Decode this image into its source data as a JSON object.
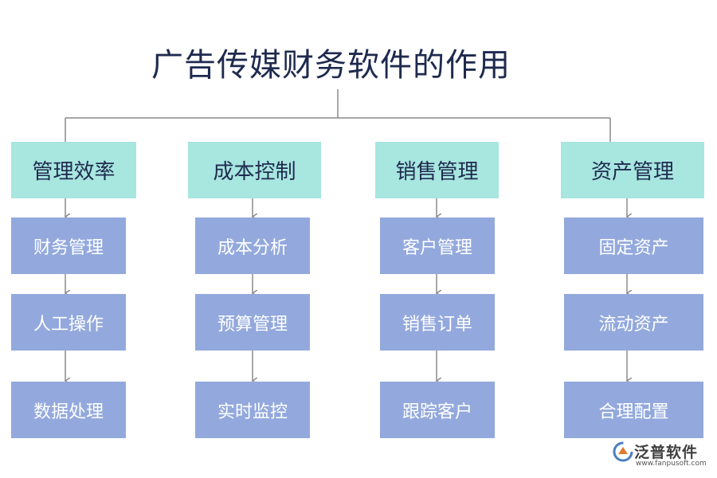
{
  "title": "广告传媒财务软件的作用",
  "colors": {
    "category_fill": "#a8e6e0",
    "item_fill": "#93a9dd",
    "connector": "#8a8a8a",
    "title_text": "#1e2a4e"
  },
  "columns": [
    {
      "category": "管理效率",
      "items": [
        "财务管理",
        "人工操作",
        "数据处理"
      ]
    },
    {
      "category": "成本控制",
      "items": [
        "成本分析",
        "预算管理",
        "实时监控"
      ]
    },
    {
      "category": "销售管理",
      "items": [
        "客户管理",
        "销售订单",
        "跟踪客户"
      ]
    },
    {
      "category": "资产管理",
      "items": [
        "固定资产",
        "流动资产",
        "合理配置"
      ]
    }
  ],
  "logo": {
    "name": "泛普软件",
    "url": "www.fanpusoft.com",
    "icon": "fanpu-logo-icon"
  }
}
